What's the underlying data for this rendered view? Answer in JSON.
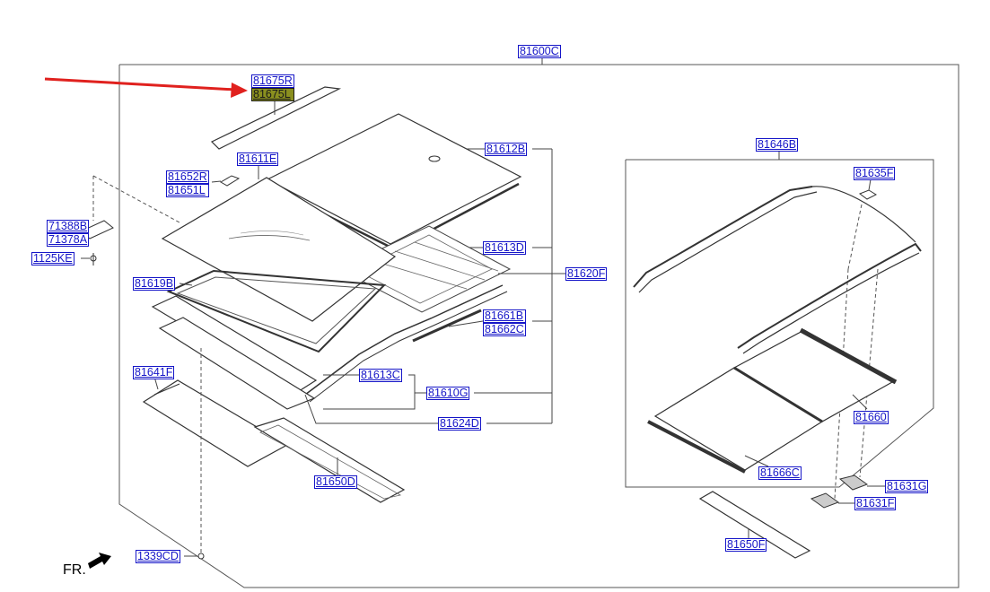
{
  "diagram": {
    "assembly": "81600C",
    "labels": {
      "l81675R": "81675R",
      "l81675L": "81675L",
      "l81612B": "81612B",
      "l81611E": "81611E",
      "l81652R": "81652R",
      "l81651L": "81651L",
      "l71388B": "71388B",
      "l71378A": "71378A",
      "l1125KE": "1125KE",
      "l81613D": "81613D",
      "l81620F": "81620F",
      "l81619B": "81619B",
      "l81661B": "81661B",
      "l81662C": "81662C",
      "l81613C": "81613C",
      "l81610G": "81610G",
      "l81641F": "81641F",
      "l81624D": "81624D",
      "l81650D": "81650D",
      "l1339CD": "1339CD",
      "l81646B": "81646B",
      "l81635F": "81635F",
      "l81660": "81660",
      "l81666C": "81666C",
      "l81631G": "81631G",
      "l81631F": "81631F",
      "l81650F": "81650F"
    },
    "highlighted_part": "81675L",
    "direction_marker": "FR.",
    "colors": {
      "label": "#1616c8",
      "highlight": "#8a8f1f",
      "arrow": "#e0211e",
      "line": "#444444"
    }
  }
}
